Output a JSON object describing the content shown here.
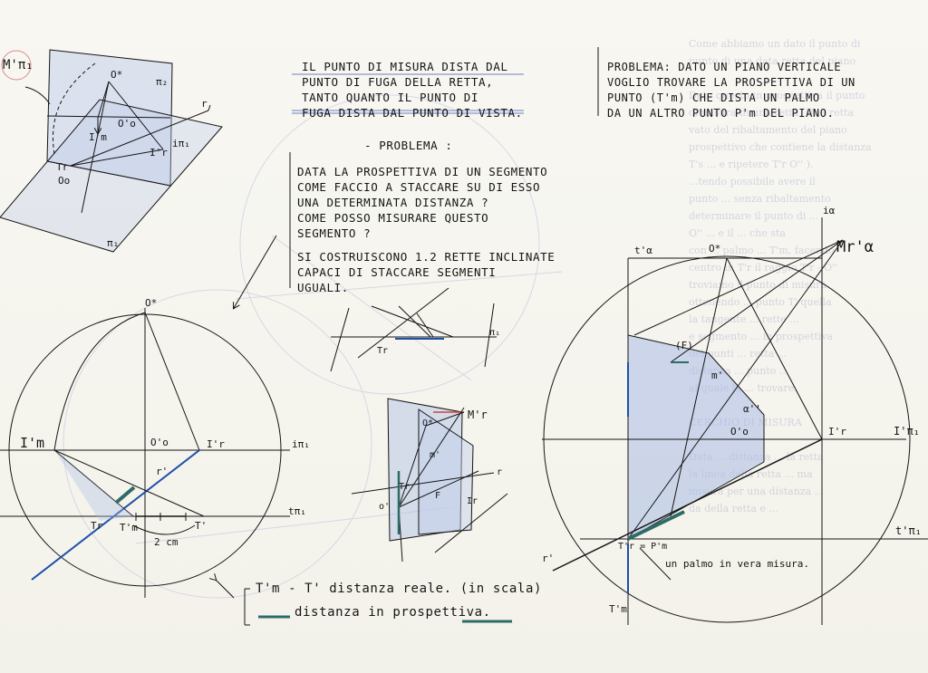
{
  "notes": {
    "measure_point": "IL PUNTO DI MISURA DISTA DAL\nPUNTO DI FUGA DELLA RETTA,\nTANTO QUANTO IL PUNTO DI\nFUGA DISTA DAL PUNTO DI VISTA.",
    "problem1_heading": "- PROBLEMA :",
    "problem1_body": "DATA LA PROSPETTIVA DI UN SEGMENTO\nCOME FACCIO A STACCARE SU DI ESSO\nUNA DETERMINATA DISTANZA ?\nCOME POSSO MISURARE QUESTO\nSEGMENTO ?",
    "problem1_answer": "SI COSTRUISCONO 1.2 RETTE INCLINATE\nCAPACI DI STACCARE SEGMENTI\nUGUALI.",
    "problem2": "PROBLEMA: DATO UN PIANO VERTICALE\nVOGLIO TROVARE LA PROSPETTIVA DI UN\nPUNTO (T'm) CHE DISTA UN PALMO\nDA UN ALTRO PUNTO P'm DEL PIANO."
  },
  "legend": {
    "real_distance": "T'm - T' distanza reale. (in scala)",
    "perspective_distance": "distanza in prospettiva."
  },
  "ghost_text": "Come abbiamo un dato il punto di\npunto di una data retta del piano\n\nDato questo in prospettiva il punto\ndi misura di una retta. Una retta\nvato del ribaltamento del piano\nprospettivo che contiene la distanza\nT's ... e ripetere T'r O'' ).\n...tendo possibile avere il\npunto ... senza ribaltamento\ndeterminare il punto di ...\nO'' ... e il ... che sta\ncon ... palmo ... T'm, facendo\ncentro in T'r il raggio T'r - O''\ntroviamo il punto di misura\nottenendo ... punto T' quella\nla tangente ... rette ...\ne segmento ... in prospettiva\ndei punti ... retta ...\ndistanza ... punto ...\nal quale la ... trovare.\n\nCERCHIO DI MISURA\n\nData ... distanza ... la retta\nla linea della retta ... ma\nmisura per una distanza ...\nda della retta e ... ",
  "labels": {
    "top_left": {
      "M_pi": "M'π₁",
      "O_star": "O*",
      "O0_prime": "O'o",
      "Im": "I'm",
      "Ir": "I'r",
      "Ipi": "iπ₁",
      "pi2": "π₂",
      "pi1": "π₁",
      "r": "r",
      "Tr": "Tr",
      "O0": "Oo"
    },
    "left_circle": {
      "O_star": "O*",
      "O0": "O'o",
      "Im": "I'm",
      "Ir": "I'r",
      "ipi": "iπ₁",
      "tpi": "tπ₁",
      "r": "r'",
      "Tr": "Tr",
      "Tm": "T'm",
      "T": "T'",
      "cm": "2 cm"
    },
    "mid_sketch": {
      "Tr": "Tr",
      "pi1": "π₁"
    },
    "mid_3d": {
      "Mr": "M'r",
      "O_star": "O*",
      "m": "m'",
      "r": "r",
      "Tr": "Tr",
      "O0": "o'",
      "Ir": "Ir",
      "F": "F"
    },
    "right_circle": {
      "ialpha": "iα",
      "Mr_alpha": "Mr'α",
      "talpha": "t'α",
      "O_star": "O*",
      "F": "(F)",
      "m": "m'",
      "alpha": "α''",
      "O0": "O'o",
      "Ir": "I'r",
      "Ipi": "I'π₁",
      "tpi": "t'π₁",
      "Tr_Pm": "T'r = P'm",
      "r": "r'",
      "Tm": "T'm",
      "palmo": "un palmo in vera misura."
    }
  },
  "colors": {
    "ink": "#151515",
    "wash_blue": "#a9bce6",
    "perspective_distance": "#2f6b66",
    "real_distance": "#1f4fa8",
    "highlight_red": "#c44"
  }
}
